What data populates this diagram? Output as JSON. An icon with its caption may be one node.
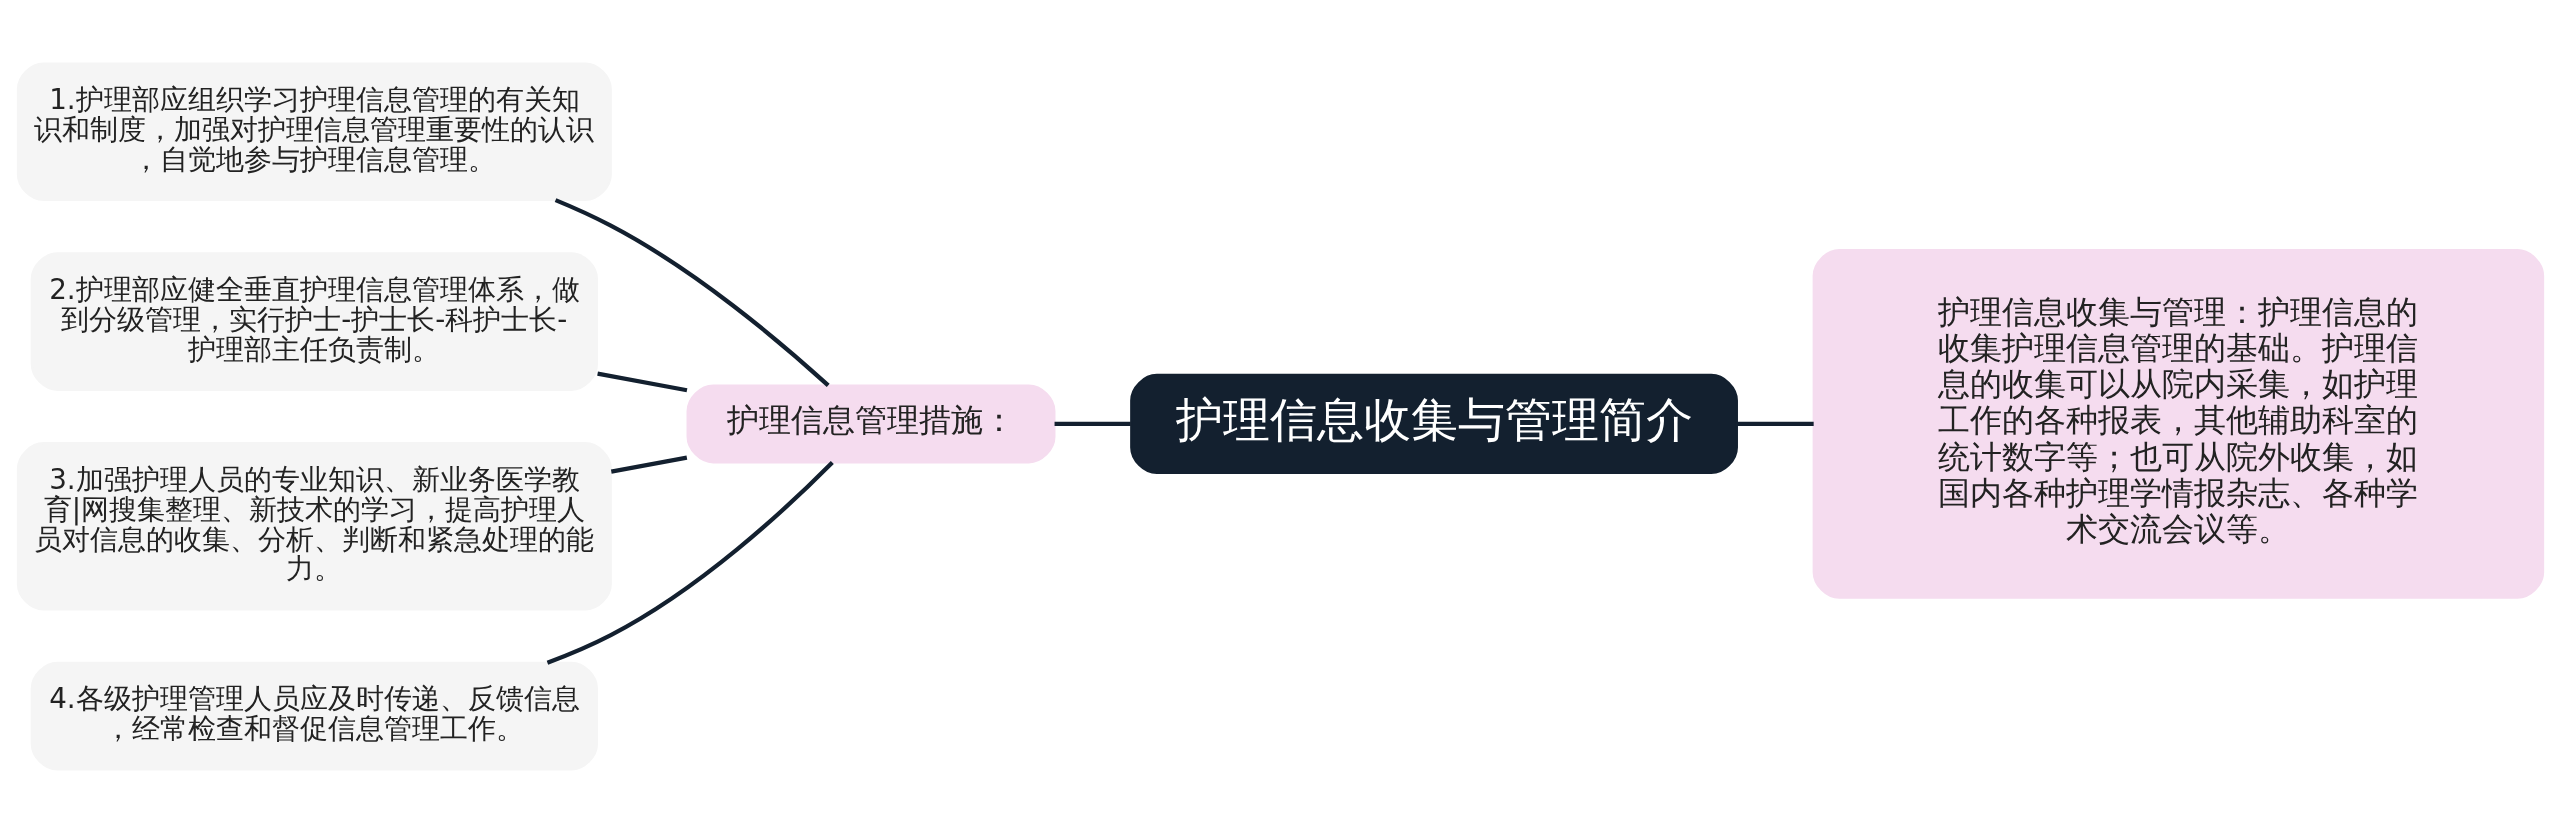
{
  "diagram": {
    "nodes": [
      {
        "text": [
          "护理信息收集与管理简介"
        ]
      },
      {
        "text": [
          "护理信息收集与管理：护理信息的收集护理信息管理的基础。护理信息的收集可以从院内采集，如护理工作的各种报表，其他辅助科室的统计数字等；也可从院外收集，如国内各种护理学情报杂志、各种学术交流会议等。"
        ]
      },
      {
        "text": [
          "护理信息管理措施："
        ]
      },
      {
        "text": [
          "1.护理部应组织学习护理信息管理的有关知识和制度，加强对护理信息管理重要性的认识，自觉地参与护理信息管理。"
        ]
      },
      {
        "text": [
          "2.护理部应健全垂直护理信息管理体系，做到分级管理，实行护士-护士长-科护士长-护理部主任负责制。"
        ]
      },
      {
        "text": [
          "3.加强护理人员的专业知识、新业务医学教育|网搜集整理、新技术的学习，提高护理人员对信息的收集、分析、判断和紧急处理的能力。"
        ]
      },
      {
        "text": [
          "4.各级护理管理人员应及时传递、反馈信息，经常检查和督促信息管理工作。"
        ]
      }
    ],
    "edges": [
      {
        "from": 0,
        "to": 1,
        "arrow": "none"
      },
      {
        "from": 0,
        "to": 2,
        "arrow": "none"
      },
      {
        "from": 2,
        "to": 3,
        "arrow": "none"
      },
      {
        "from": 2,
        "to": 4,
        "arrow": "none"
      },
      {
        "from": 2,
        "to": 5,
        "arrow": "none"
      },
      {
        "from": 2,
        "to": 6,
        "arrow": "none"
      }
    ]
  }
}
